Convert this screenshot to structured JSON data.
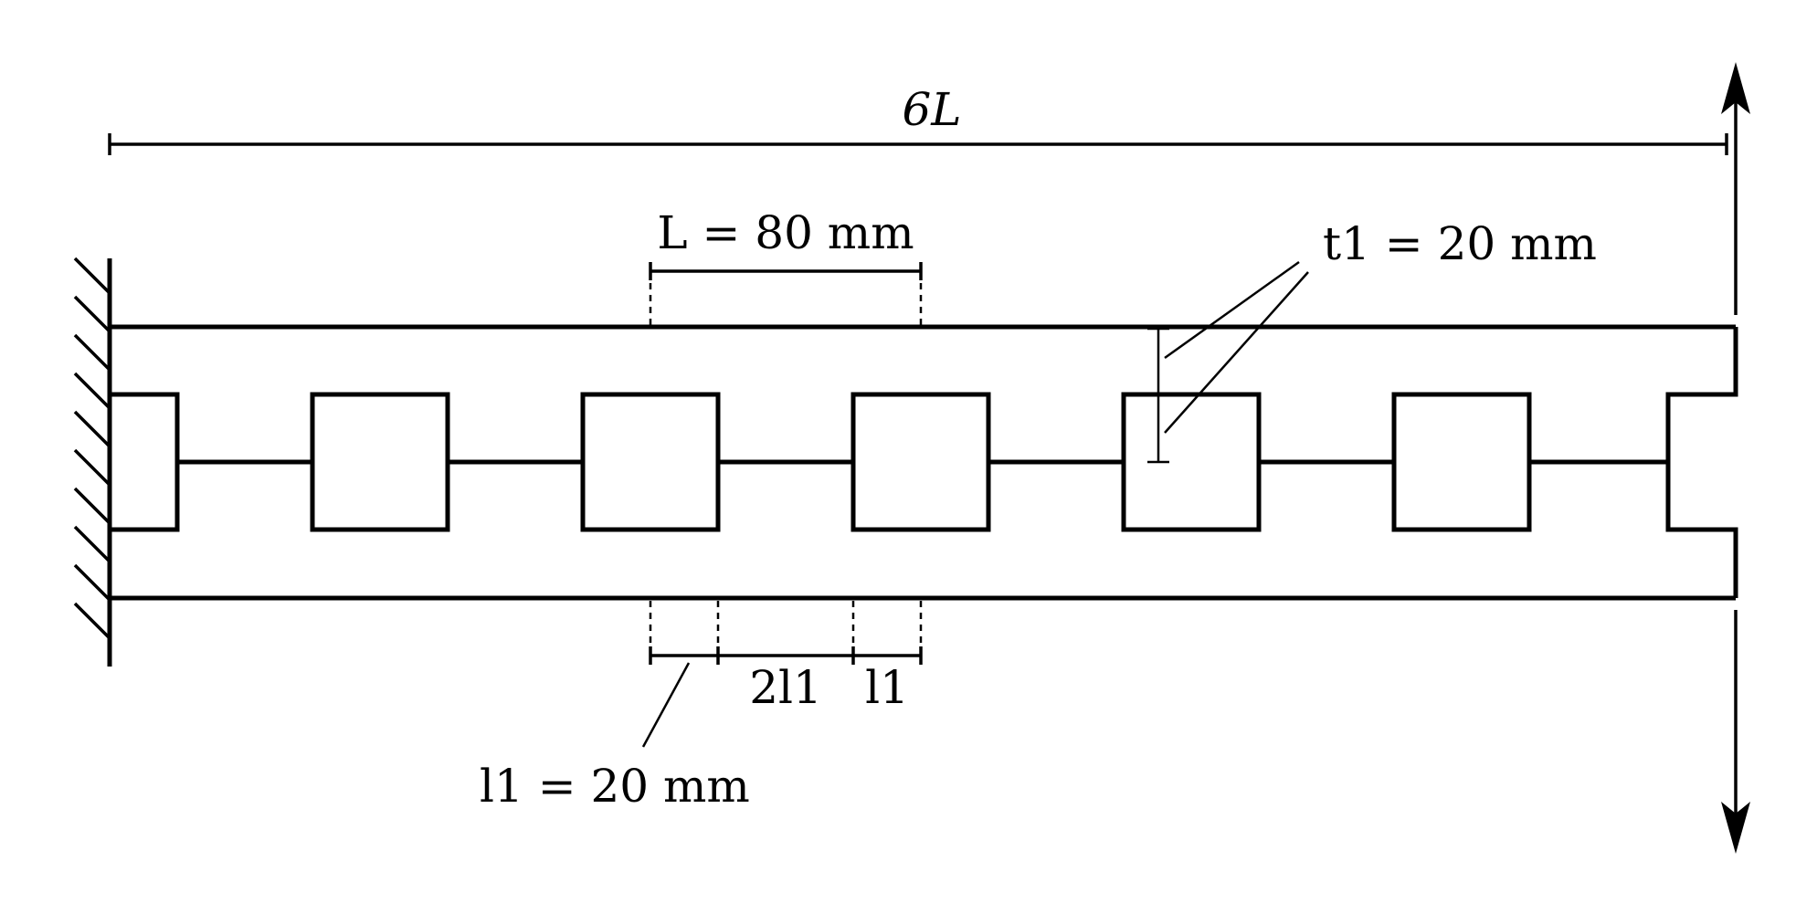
{
  "diagram": {
    "overall_length_label": "6L",
    "cell_length_label": "L = 80 mm",
    "thickness_label": "t1 = 20 mm",
    "ligament_length_label": "l1 = 20 mm",
    "dim_2l1_label": "2l1",
    "dim_l1_label": "l1",
    "support": "fixed-wall-left",
    "load": "vertical-double-arrow-at-free-end",
    "num_cells": 6
  }
}
